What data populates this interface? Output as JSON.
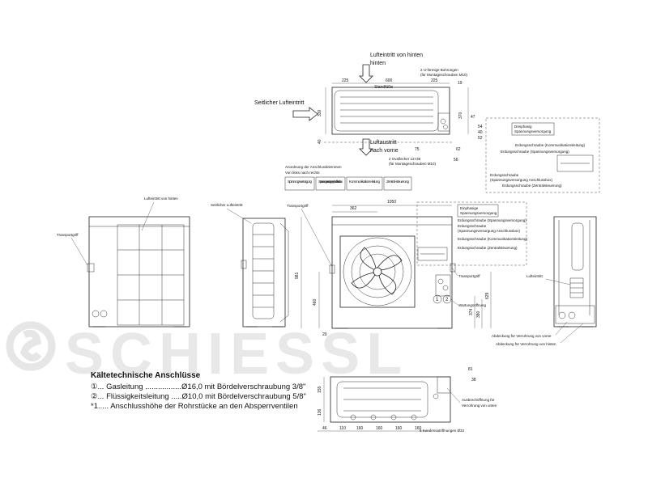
{
  "watermark": {
    "brand": "SCHIESSL",
    "color": "#e6e6e6"
  },
  "top_view": {
    "air_in_rear": "Lufteintritt von hinten",
    "air_in_side": "Seitlicher Lufteintritt",
    "air_out_front_1": "Luftaustritt",
    "air_out_front_2": "nach vorne",
    "feet": "Standfüße",
    "holes_note_1": "2 U-förmige Bohrungen",
    "holes_note_2": "(für Montageschrauben M10)",
    "oval_note_1": "2 Ovallöcher 12×36",
    "oval_note_2": "(für Montageschrauben M10)",
    "dims": {
      "d225a": "225",
      "d600": "600",
      "d225b": "225",
      "d19": "19",
      "d330": "330",
      "d370": "370",
      "d47": "47",
      "d54": "54",
      "d40": "40",
      "d52": "52",
      "d40b": "40",
      "d75": "75",
      "d62": "62",
      "d56": "56"
    }
  },
  "terminal_box": {
    "title_1": "Anordnung der Anschlussklemmen",
    "title_2": "Von links nach rechts",
    "labels": [
      "Spannungs-versorgung",
      "Spannungs-versorgung Anschlussbox",
      "Kommunikations-leitung",
      "Zentral-steuerung"
    ]
  },
  "three_phase_box": {
    "title_1": "Dreiphasig",
    "title_2": "Spannungsversorgung",
    "labels": [
      "Erdungsschraube (Kommunikationsleitung)",
      "Erdungsschraube (Spannungsversorgung)",
      "Erdungsschraube",
      "(Spannungsversorgung Anschlussbox)",
      "Erdungsschraube (Zentralsteuerung)"
    ]
  },
  "single_phase_box": {
    "title_1": "Einphasige",
    "title_2": "Spannungsversorgung",
    "labels": [
      "Erdungsschraube (Spannungsversorgung)",
      "Erdungsschraube",
      "(Spannungsversorgung Anschlussbox)",
      "Erdungsschraube (Kommunikationsleitung)",
      "Erdungsschraube (Zentralsteuerung)"
    ]
  },
  "rear_view": {
    "air_in_rear": "Lufteintritt von hinten",
    "handle": "Transportgriff"
  },
  "side_view": {
    "air_in_side": "Seitlicher Lufteintritt"
  },
  "front_view": {
    "handle_left": "Transportgriff",
    "handle_right": "Transportgriff",
    "service": "Wartungsöffnung",
    "circle1": "1",
    "circle2": "2",
    "dims": {
      "d1050": "1050",
      "d362": "362",
      "d981": "981",
      "d460": "460",
      "d20": "20",
      "d374": "374",
      "d380": "380",
      "d629": "629"
    }
  },
  "right_view": {
    "air_in": "Lufteintritt",
    "cover_front": "Abdeckung für Verrohrung von vorne",
    "cover_rear": "Abdeckung für Verrohrung von hinten"
  },
  "bottom_view": {
    "drain_1": "Ausbrechöffnung für",
    "drain_2": "Verrohrung von unten",
    "condensate": "5 Kondensatöffnungen Ø33",
    "dims": {
      "d81": "81",
      "d38": "38",
      "d155": "155",
      "d136": "136",
      "d46": "46",
      "d110": "110",
      "d160a": "160",
      "d160b": "160",
      "d160c": "160",
      "d160d": "160"
    }
  },
  "legend": {
    "title": "Kältetechnische Anschlüsse",
    "row1_num": "①",
    "row1": "... Gasleitung .................Ø16,0 mit Bördelverschraubung 3/8\"",
    "row2_num": "②",
    "row2": "... Flüssigkeitsleitung .....Ø10,0 mit Bördelverschraubung 5/8\"",
    "row3": "*1..... Anschlusshöhe der Rohrstücke an den Absperrventilen"
  }
}
